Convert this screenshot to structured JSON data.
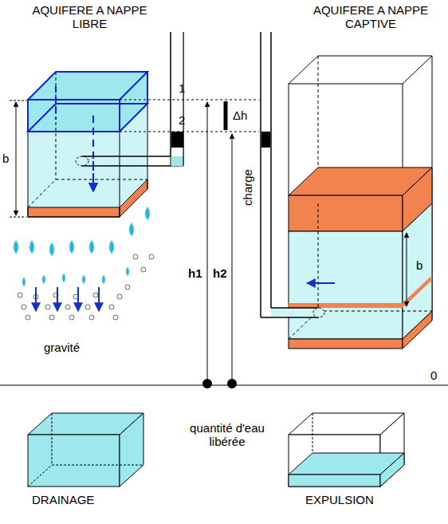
{
  "diagram": {
    "nodes": [
      {
        "text": [
          "AQUIFERE A NAPPE LIBRE",
          "b"
        ]
      },
      {
        "text": [
          "AQUIFERE A NAPPE CAPTIVE",
          "b"
        ]
      },
      {
        "text": [
          "DRAINAGE"
        ]
      },
      {
        "text": [
          "EXPULSION"
        ]
      }
    ],
    "labels": [
      "1",
      "2",
      "Δh",
      "h1",
      "h2",
      "charge",
      "gravité",
      "0",
      "quantité d'eau libérée"
    ]
  }
}
